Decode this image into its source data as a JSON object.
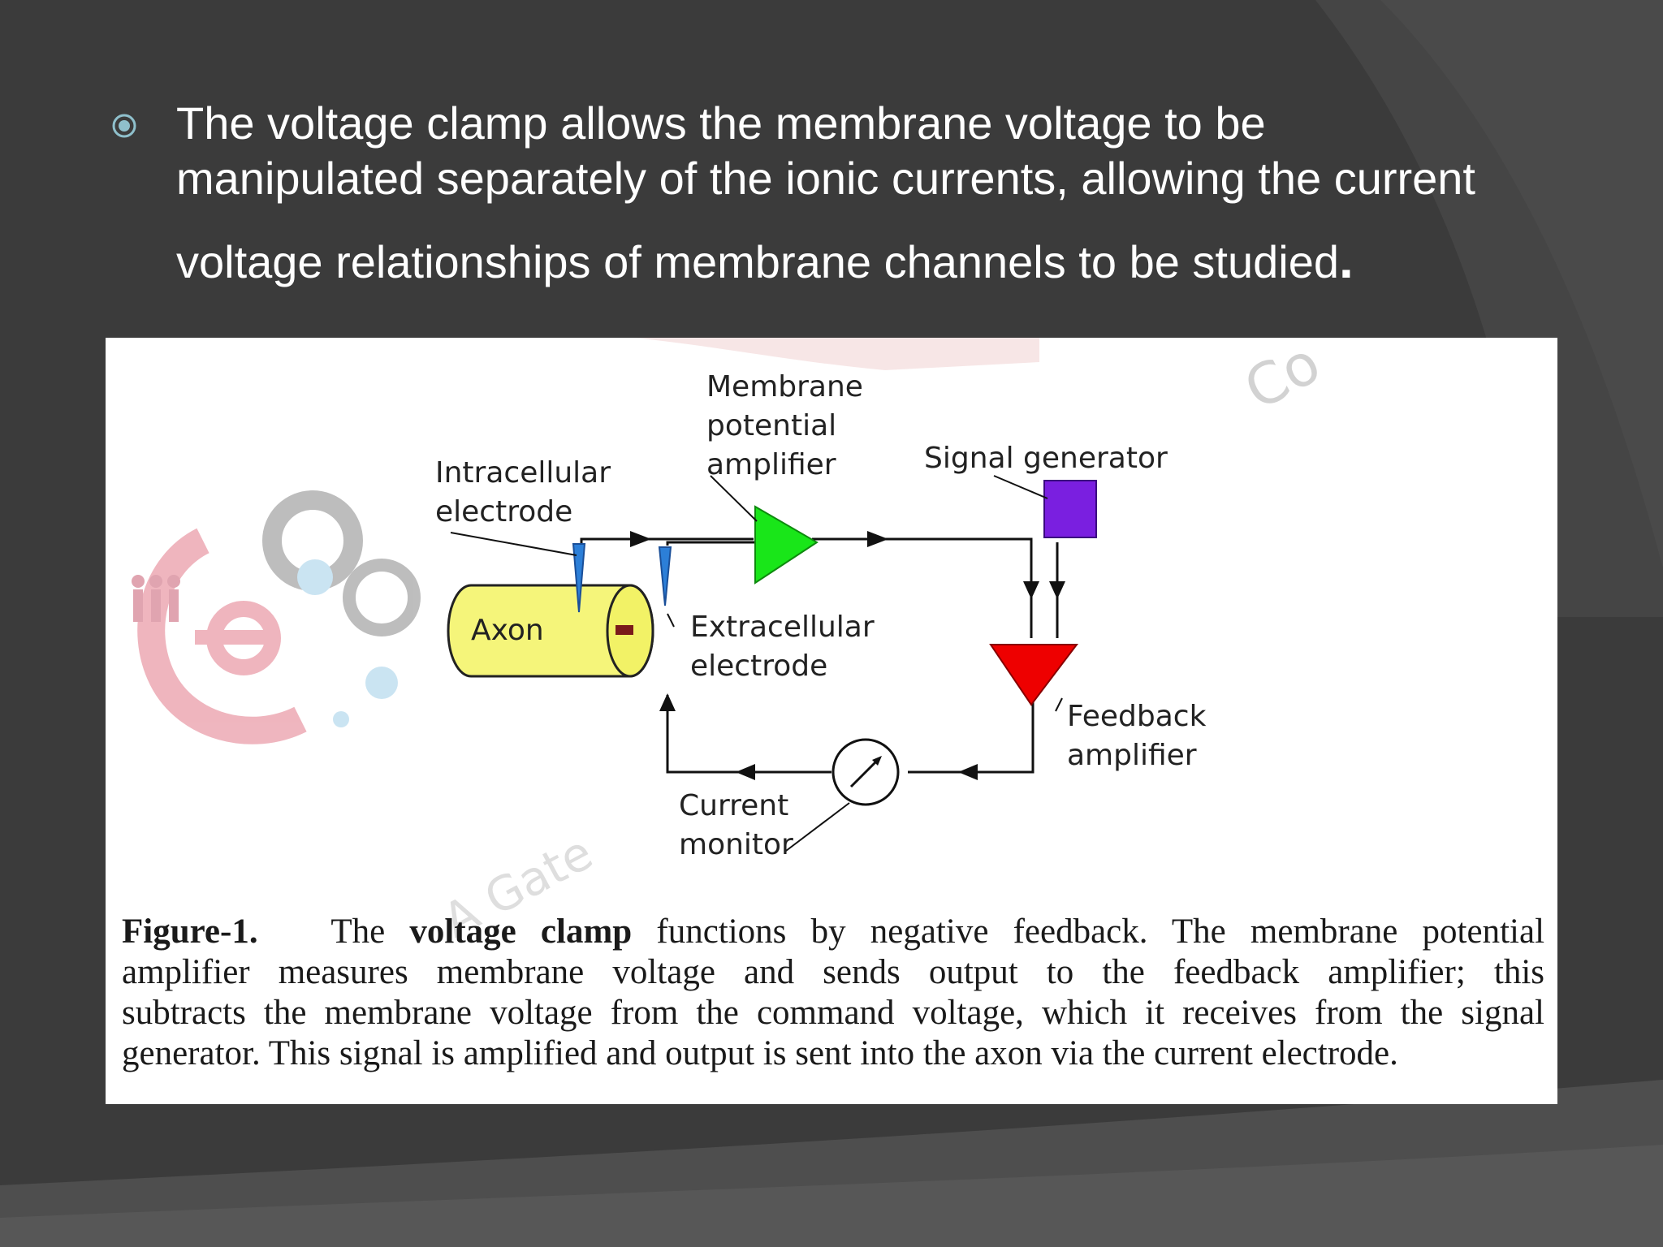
{
  "slide": {
    "bullet_text_line1": "The voltage clamp allows the membrane voltage to be",
    "bullet_text_line2": "manipulated separately of the ionic currents, allowing the current",
    "bullet_text_line3": "voltage relationships of membrane channels to be studied",
    "bullet_period": ".",
    "bullet_icon": "circle-bullet-icon",
    "colors": {
      "background": "#3c3c3c",
      "text": "#ffffff",
      "bullet": "#8fc0cc"
    }
  },
  "figure": {
    "labels": {
      "membrane_potential_amplifier": [
        "Membrane",
        "potential",
        "amplifier"
      ],
      "intracellular_electrode": [
        "Intracellular",
        "electrode"
      ],
      "signal_generator": "Signal generator",
      "axon": "Axon",
      "extracellular_electrode": [
        "Extracellular",
        "electrode"
      ],
      "feedback_amplifier": [
        "Feedback",
        "amplifier"
      ],
      "current_monitor": [
        "Current",
        "monitor"
      ]
    },
    "colors": {
      "membrane_amplifier": "#19e619",
      "signal_generator": "#7a1fe0",
      "feedback_amplifier": "#ee0000",
      "axon": "#f5f57a",
      "electrode": "#2c7fd8"
    },
    "watermark": {
      "logo_text": "e",
      "partial_text_top": "Co",
      "partial_text_bottom": "A Gate"
    },
    "caption": {
      "label": "Figure-1.",
      "line1_a": "The",
      "line1_bold": "voltage clamp",
      "line1_b": "functions by negative feedback. The membrane potential",
      "line2": "amplifier measures membrane voltage and sends output to the feedback amplifier; this",
      "line3": "subtracts the membrane voltage from the command voltage, which it receives from the signal",
      "line4": "generator. This signal is amplified and output is sent into the axon via the current electrode."
    }
  }
}
